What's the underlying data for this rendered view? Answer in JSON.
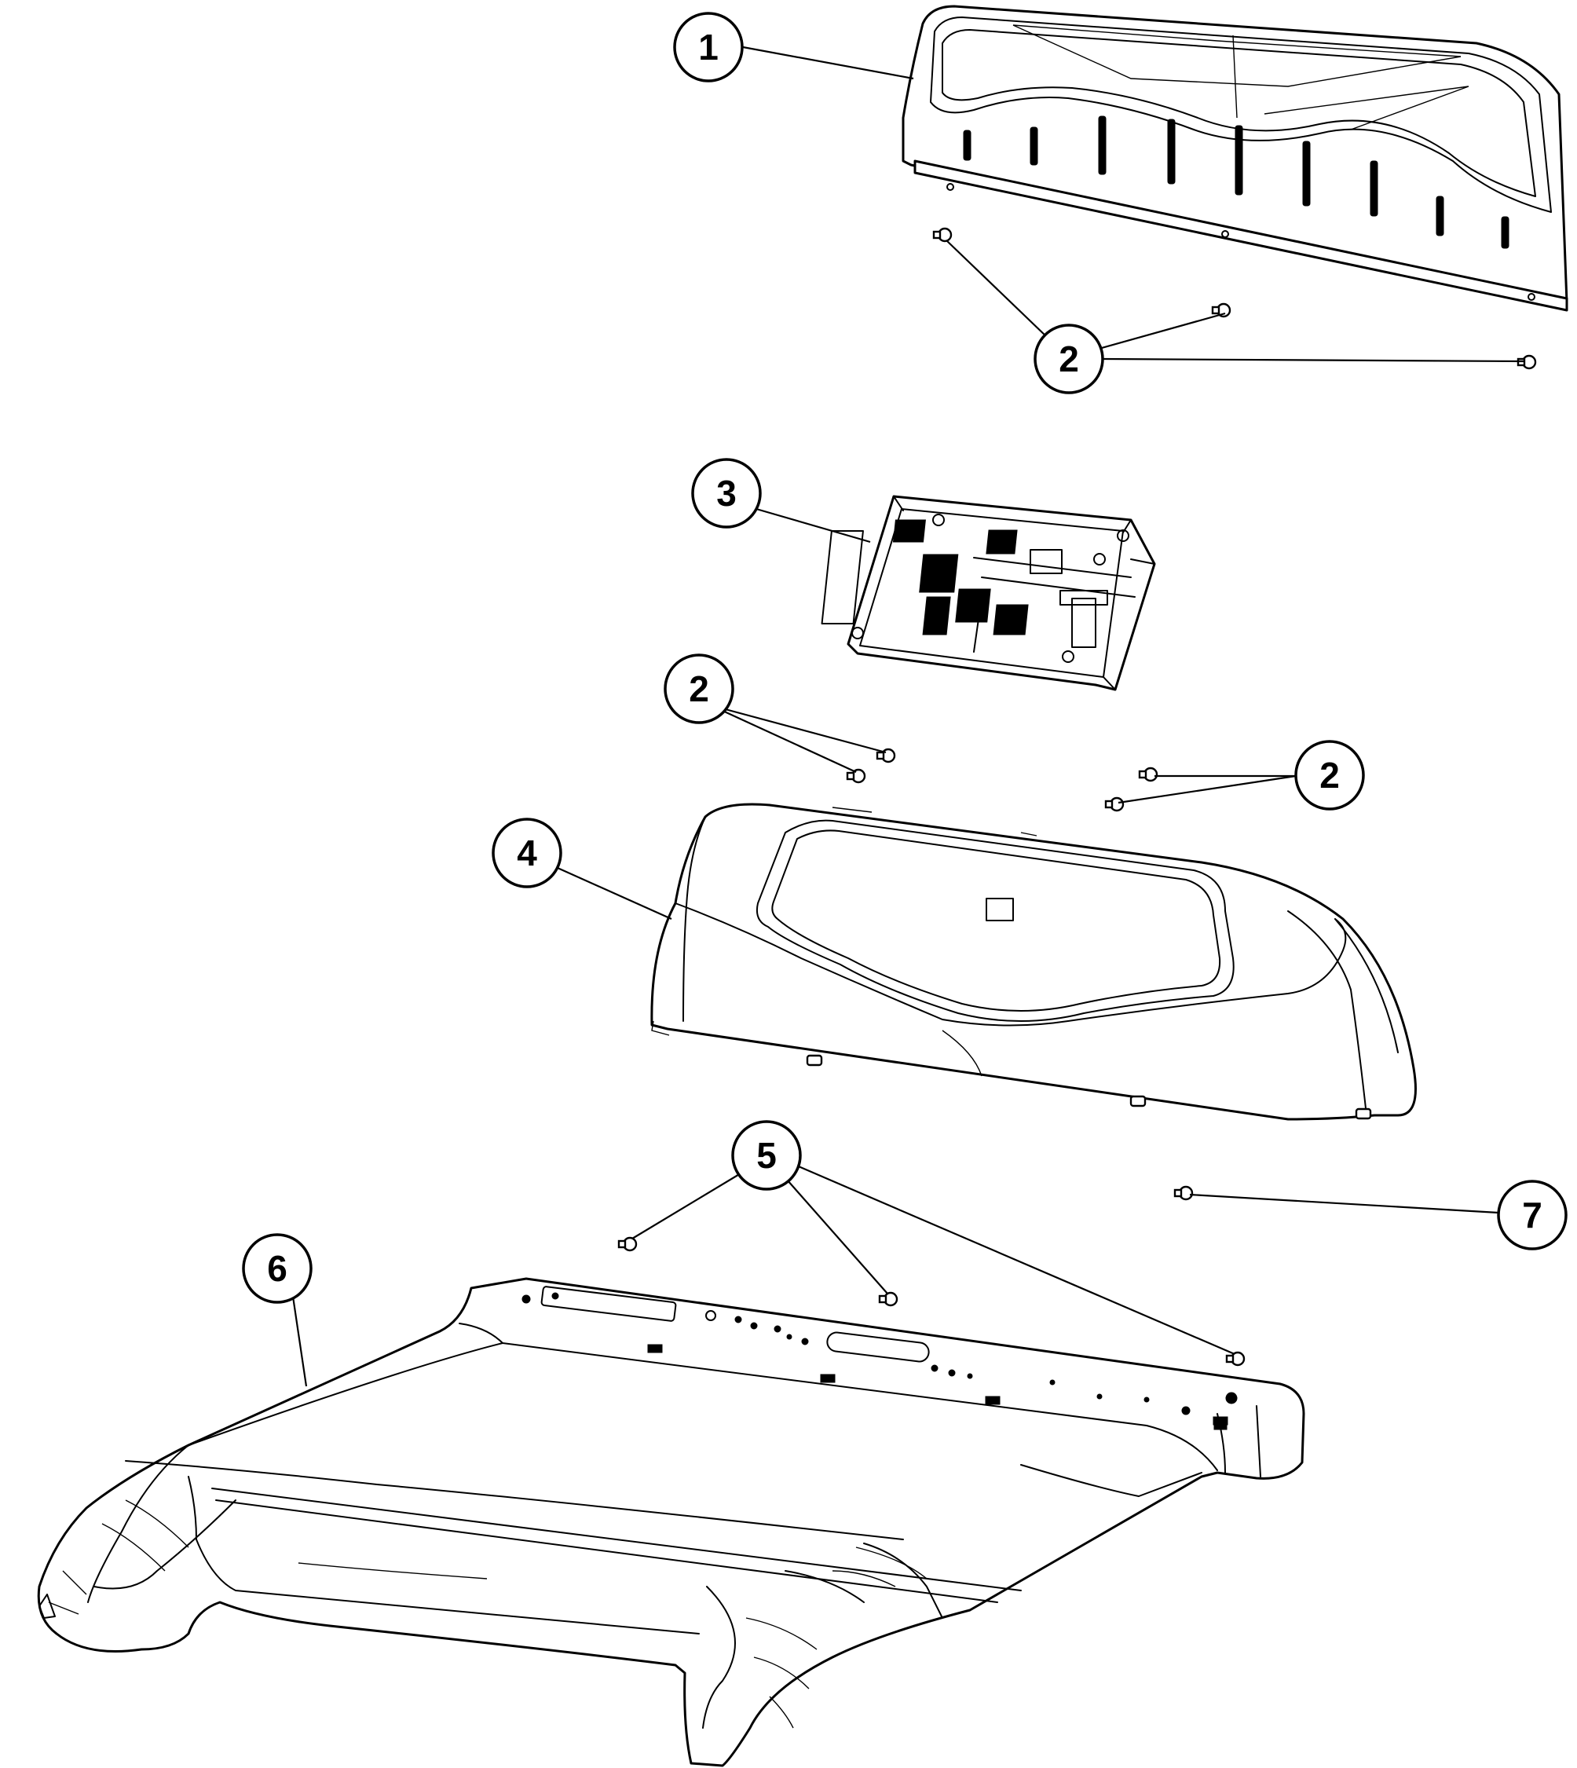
{
  "callouts": [
    {
      "id": "c1",
      "label": "1"
    },
    {
      "id": "c2a",
      "label": "2"
    },
    {
      "id": "c3",
      "label": "3"
    },
    {
      "id": "c2b",
      "label": "2"
    },
    {
      "id": "c2c",
      "label": "2"
    },
    {
      "id": "c4",
      "label": "4"
    },
    {
      "id": "c5",
      "label": "5"
    },
    {
      "id": "c7",
      "label": "7"
    },
    {
      "id": "c6",
      "label": "6"
    }
  ],
  "colors": {
    "line": "#000000",
    "background": "#ffffff"
  }
}
